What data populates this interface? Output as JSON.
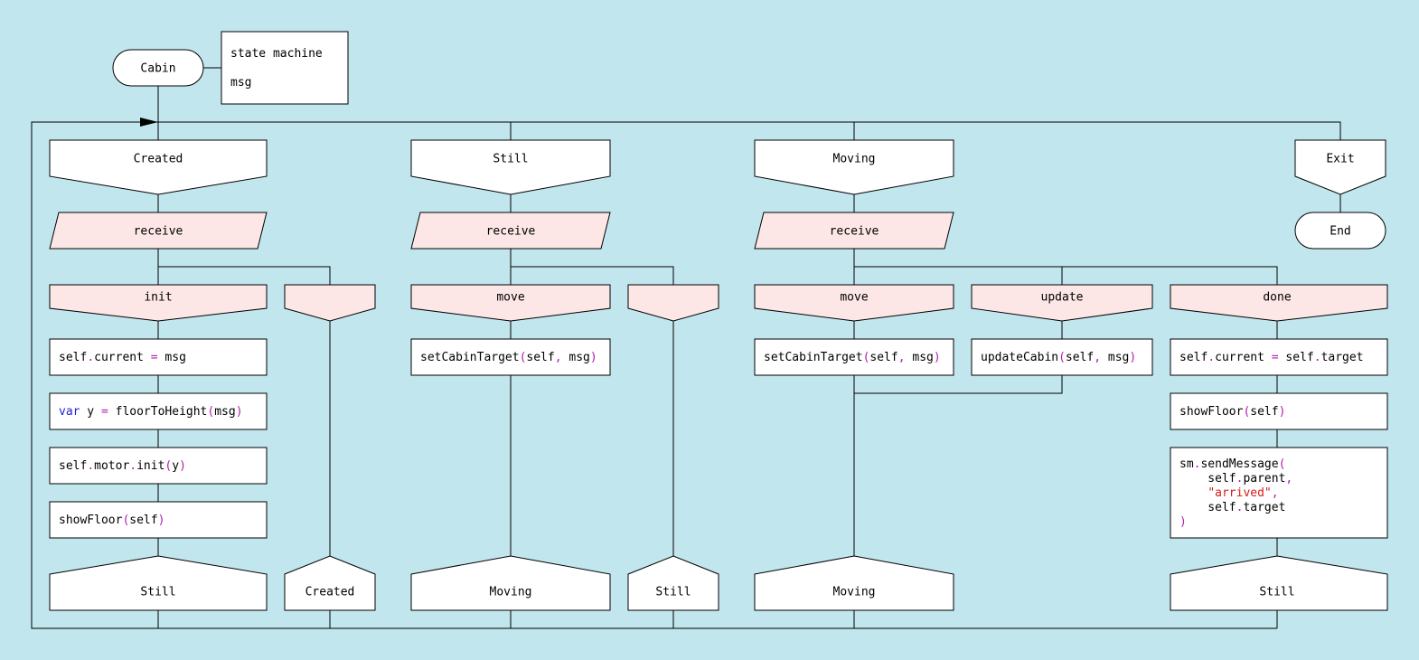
{
  "start": {
    "label": "Cabin"
  },
  "params": {
    "line1": "state machine",
    "line2": "msg"
  },
  "states": {
    "created": {
      "header": "Created",
      "receive": "receive",
      "cases": [
        "init",
        ""
      ],
      "init_actions": [
        "self.current = msg",
        "var y = floorToHeight(msg)",
        "self.motor.init(y)",
        "showFloor(self)"
      ],
      "next": [
        "Still",
        "Created"
      ]
    },
    "still": {
      "header": "Still",
      "receive": "receive",
      "cases": [
        "move",
        ""
      ],
      "move_action": "setCabinTarget(self, msg)",
      "next": [
        "Moving",
        "Still"
      ]
    },
    "moving": {
      "header": "Moving",
      "receive": "receive",
      "cases": [
        "move",
        "update",
        "done"
      ],
      "move_action": "setCabinTarget(self, msg)",
      "update_action": "updateCabin(self, msg)",
      "done_actions": [
        "self.current = self.target",
        "showFloor(self)"
      ],
      "send_lines": [
        "sm.sendMessage(",
        "    self.parent,",
        "    \"arrived\",",
        "    self.target",
        ")"
      ],
      "next": [
        "Moving",
        "Still"
      ]
    },
    "exit": {
      "header": "Exit",
      "end": "End"
    }
  },
  "code_tokens": {
    "c_a1": [
      {
        "t": "self"
      },
      {
        "t": ".",
        "c": "op"
      },
      {
        "t": "current "
      },
      {
        "t": "=",
        "c": "op"
      },
      {
        "t": " msg"
      }
    ],
    "c_a2": [
      {
        "t": "var",
        "c": "kw"
      },
      {
        "t": " y "
      },
      {
        "t": "=",
        "c": "op"
      },
      {
        "t": " floorToHeight"
      },
      {
        "t": "(",
        "c": "op"
      },
      {
        "t": "msg"
      },
      {
        "t": ")",
        "c": "op"
      }
    ],
    "c_a3": [
      {
        "t": "self"
      },
      {
        "t": ".",
        "c": "op"
      },
      {
        "t": "motor"
      },
      {
        "t": ".",
        "c": "op"
      },
      {
        "t": "init"
      },
      {
        "t": "(",
        "c": "op"
      },
      {
        "t": "y"
      },
      {
        "t": ")",
        "c": "op"
      }
    ],
    "c_a4": [
      {
        "t": "showFloor"
      },
      {
        "t": "(",
        "c": "op"
      },
      {
        "t": "self"
      },
      {
        "t": ")",
        "c": "op"
      }
    ],
    "s_a1": [
      {
        "t": "setCabinTarget"
      },
      {
        "t": "(",
        "c": "op"
      },
      {
        "t": "self"
      },
      {
        "t": ",",
        "c": "op"
      },
      {
        "t": " msg"
      },
      {
        "t": ")",
        "c": "op"
      }
    ],
    "m_a1": [
      {
        "t": "setCabinTarget"
      },
      {
        "t": "(",
        "c": "op"
      },
      {
        "t": "self"
      },
      {
        "t": ",",
        "c": "op"
      },
      {
        "t": " msg"
      },
      {
        "t": ")",
        "c": "op"
      }
    ],
    "m_a2": [
      {
        "t": "updateCabin"
      },
      {
        "t": "(",
        "c": "op"
      },
      {
        "t": "self"
      },
      {
        "t": ",",
        "c": "op"
      },
      {
        "t": " msg"
      },
      {
        "t": ")",
        "c": "op"
      }
    ],
    "m_a3": [
      {
        "t": "self"
      },
      {
        "t": ".",
        "c": "op"
      },
      {
        "t": "current "
      },
      {
        "t": "=",
        "c": "op"
      },
      {
        "t": " self"
      },
      {
        "t": ".",
        "c": "op"
      },
      {
        "t": "target"
      }
    ],
    "m_a4": [
      {
        "t": "showFloor"
      },
      {
        "t": "(",
        "c": "op"
      },
      {
        "t": "self"
      },
      {
        "t": ")",
        "c": "op"
      }
    ],
    "m_send_1": [
      {
        "t": "sm"
      },
      {
        "t": ".",
        "c": "op"
      },
      {
        "t": "sendMessage"
      },
      {
        "t": "(",
        "c": "op"
      }
    ],
    "m_send_2": [
      {
        "t": "    self"
      },
      {
        "t": ".",
        "c": "op"
      },
      {
        "t": "parent"
      },
      {
        "t": ",",
        "c": "op"
      }
    ],
    "m_send_3": [
      {
        "t": "    "
      },
      {
        "t": "\"arrived\"",
        "c": "str"
      },
      {
        "t": ",",
        "c": "op"
      }
    ],
    "m_send_4": [
      {
        "t": "    self"
      },
      {
        "t": ".",
        "c": "op"
      },
      {
        "t": "target"
      }
    ],
    "m_send_5": [
      {
        "t": ")",
        "c": "op"
      }
    ]
  },
  "colors": {
    "background": "#c2e6ee",
    "box": "#ffffff",
    "case_fill": "#fde6e6",
    "keyword": "#1f1fd6",
    "operator": "#b21bb2",
    "string": "#d61b1b"
  }
}
